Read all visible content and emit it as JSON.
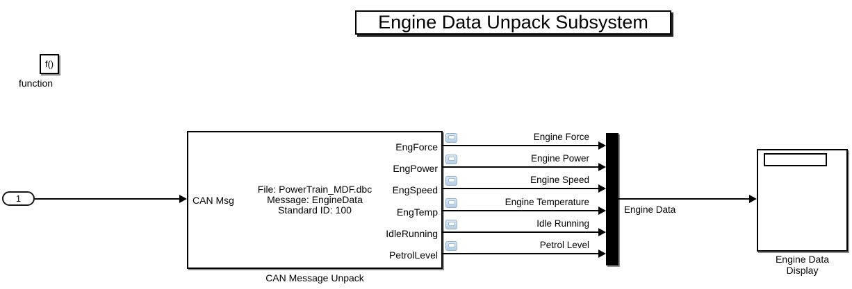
{
  "diagram": {
    "title": "Engine Data Unpack Subsystem",
    "function_block": {
      "glyph": "f()",
      "label": "function"
    },
    "inport": {
      "number": "1"
    },
    "can_unpack_block": {
      "input_port": "CAN Msg",
      "body_line1": "File: PowerTrain_MDF.dbc",
      "body_line2": "Message: EngineData",
      "body_line3": "Standard ID: 100",
      "output_ports": [
        "EngForce",
        "EngPower",
        "EngSpeed",
        "EngTemp",
        "IdleRunning",
        "PetrolLevel"
      ],
      "label": "CAN Message Unpack"
    },
    "signal_labels": [
      "Engine Force",
      "Engine Power",
      "Engine Speed",
      "Engine Temperature",
      "Idle Running",
      "Petrol Level"
    ],
    "mux_output_label": "Engine Data",
    "display_block": {
      "label_line1": "Engine Data",
      "label_line2": "Display"
    },
    "icons": {
      "badge": "signal-viewer-badge-icon",
      "arrowhead": "arrowhead-icon"
    },
    "colors": {
      "wire": "#000000",
      "block_border": "#000000",
      "block_bg": "#ffffff",
      "badge_border": "#8fb0cd",
      "badge_fill_top": "#dce9f5",
      "badge_fill_bottom": "#b6cde2",
      "mux_fill": "#000000"
    }
  }
}
